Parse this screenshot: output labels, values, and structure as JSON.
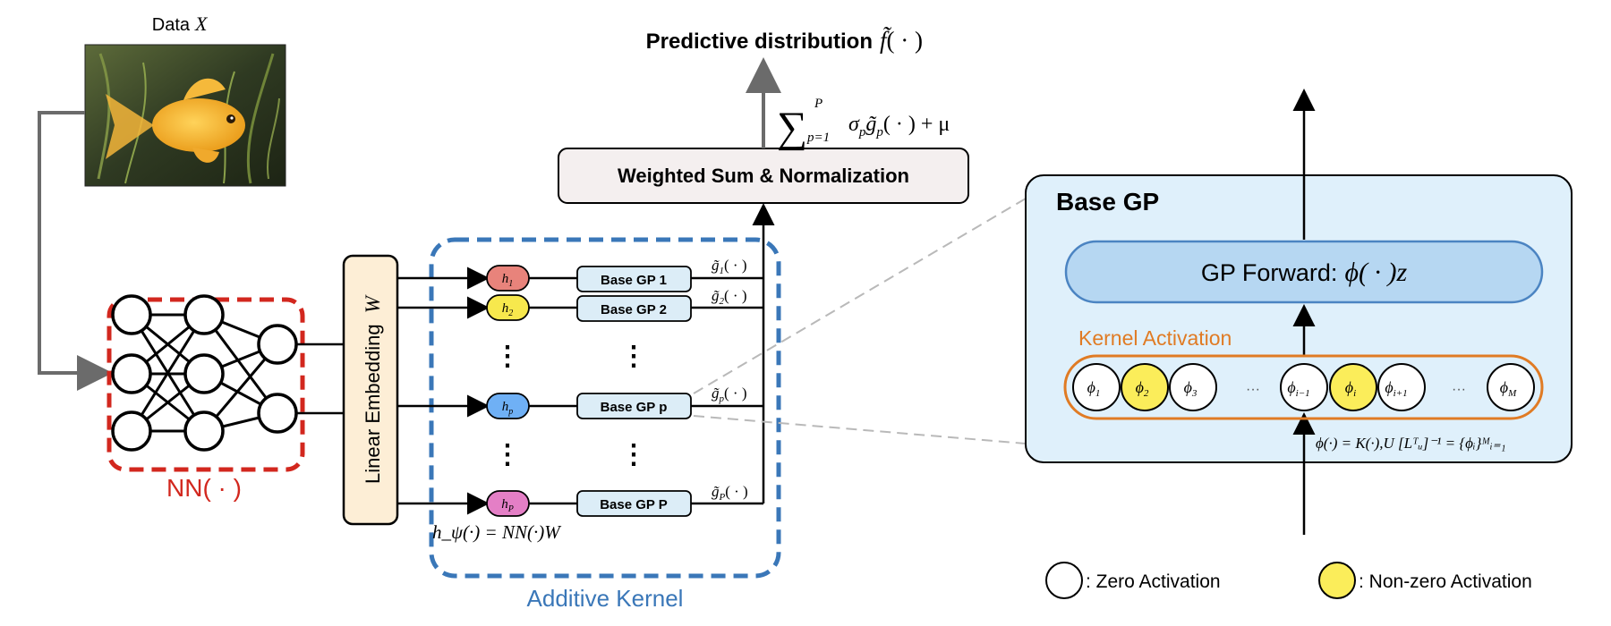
{
  "data_block": {
    "label": "Data",
    "label_var": "X",
    "image_subject": "goldfish-photo"
  },
  "nn": {
    "label": "NN( · )"
  },
  "linear_embedding": {
    "label": "Linear Embedding",
    "label_var": "W"
  },
  "additive_kernel": {
    "label": "Additive Kernel",
    "formula": "h_ψ(·) = NN(·)W",
    "rows": [
      {
        "h_label": "h",
        "h_sub": "1",
        "gp_label": "Base GP 1",
        "g_label": "g̃",
        "g_sub": "1",
        "g_arg": "( · )"
      },
      {
        "h_label": "h",
        "h_sub": "2",
        "gp_label": "Base GP 2",
        "g_label": "g̃",
        "g_sub": "2",
        "g_arg": "( · )"
      },
      {
        "h_label": "h",
        "h_sub": "p",
        "gp_label": "Base GP p",
        "g_label": "g̃",
        "g_sub": "p",
        "g_arg": "( · )"
      },
      {
        "h_label": "h",
        "h_sub": "P",
        "gp_label": "Base GP P",
        "g_label": "g̃",
        "g_sub": "P",
        "g_arg": "( · )"
      }
    ],
    "ellipsis": "⋮"
  },
  "weighted_sum": {
    "label": "Weighted Sum & Normalization",
    "formula_sigma": "∑",
    "formula_top": "P",
    "formula_bottom": "p=1",
    "formula_body": "σ",
    "formula_body_sub": "p",
    "formula_g": "g̃",
    "formula_g_sub": "p",
    "formula_tail": "( · ) + μ"
  },
  "predictive": {
    "label": "Predictive distribution",
    "var": "f̃",
    "arg": "( · )"
  },
  "base_gp_panel": {
    "title": "Base GP",
    "forward_label": "GP Forward:",
    "forward_formula": "ϕ( · )z",
    "kernel_activation_label": "Kernel Activation",
    "phi_circles": [
      {
        "sym": "ϕ",
        "sub": "1",
        "active": false
      },
      {
        "sym": "ϕ",
        "sub": "2",
        "active": true
      },
      {
        "sym": "ϕ",
        "sub": "3",
        "active": false
      },
      {
        "sym": "ϕ",
        "sub": "i−1",
        "active": false
      },
      {
        "sym": "ϕ",
        "sub": "i",
        "active": true
      },
      {
        "sym": "ϕ",
        "sub": "i+1",
        "active": false
      },
      {
        "sym": "ϕ",
        "sub": "M",
        "active": false
      }
    ],
    "dots": "···",
    "feature_formula": "ϕ(·) = K(·),U [Lᵀᵤ]⁻¹ = {ϕᵢ}ᴹᵢ₌₁"
  },
  "legend": {
    "zero_label": ": Zero Activation",
    "nonzero_label": ": Non-zero Activation"
  },
  "colors": {
    "nn_border": "#d2271e",
    "kernel_border": "#3a77b8",
    "kernel_text": "#3a77b8",
    "nn_text": "#d2271e",
    "embed_fill": "#fdeed6",
    "gp_box_fill": "#dcedf7",
    "ws_fill": "#f4efef",
    "panel_fill": "#dff0fb",
    "forward_fill": "#b6d7f2",
    "forward_border": "#4b84c2",
    "activation_border": "#e07b24",
    "activation_text": "#e07b24",
    "yellow": "#fbed5a",
    "h1": "#e8837b",
    "h2": "#f7e84d",
    "hp": "#6fb0f5",
    "hP": "#e47fc6"
  }
}
